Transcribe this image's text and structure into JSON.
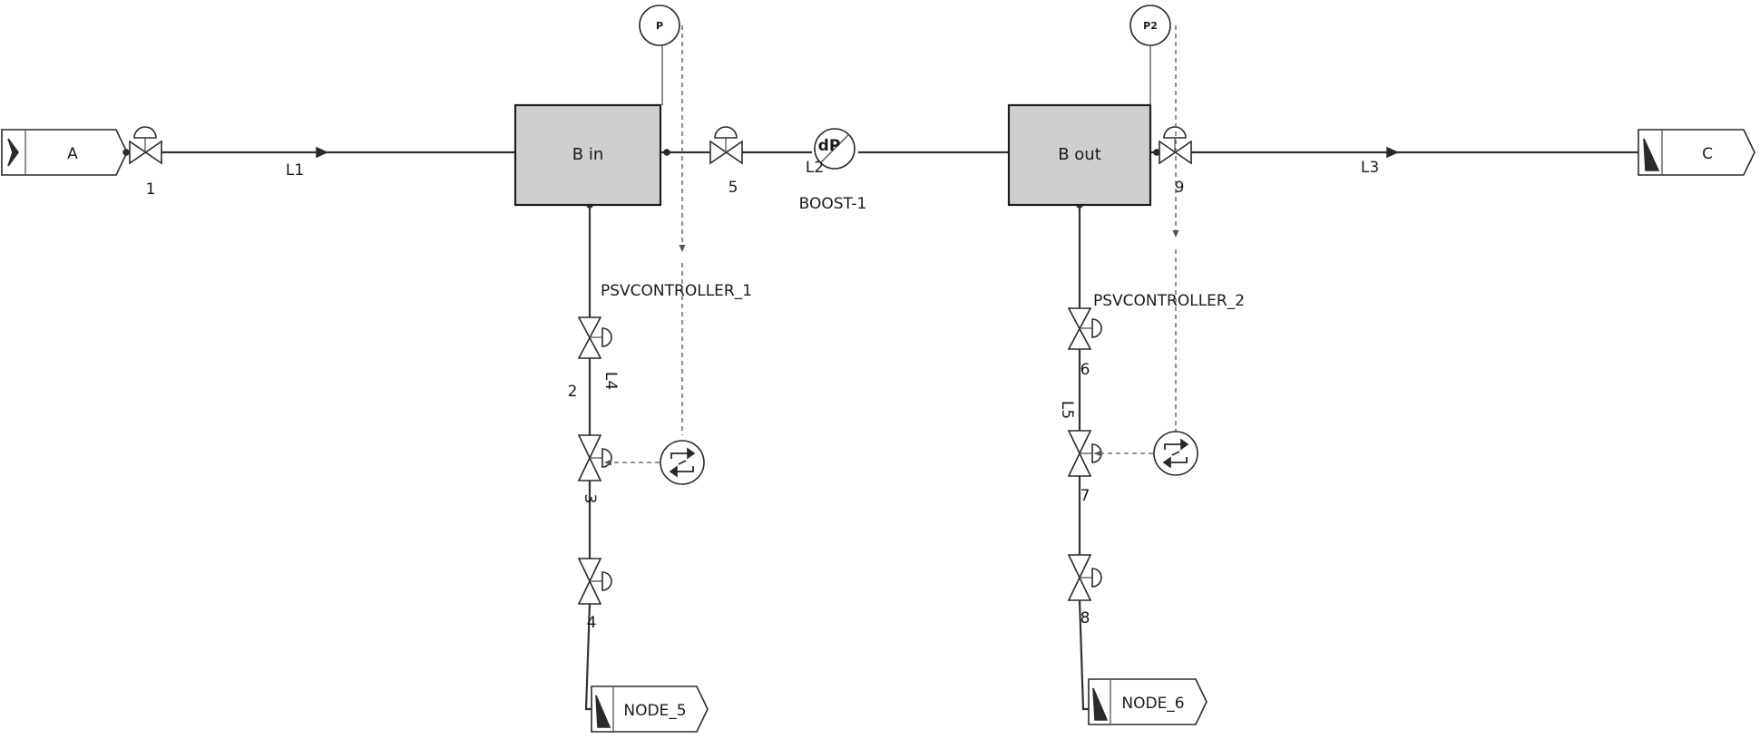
{
  "streams": {
    "feed": "A",
    "product": "C",
    "node5": "NODE_5",
    "node6": "NODE_6"
  },
  "vessels": {
    "inlet": "B in",
    "outlet": "B out"
  },
  "valves": {
    "v1": "1",
    "v2": "2",
    "v3": "3",
    "v4": "4",
    "v5": "5",
    "v6": "6",
    "v7": "7",
    "v8": "8",
    "v9": "9"
  },
  "pipes": {
    "l1": "L1",
    "l2": "L2",
    "l3": "L3",
    "l4": "L4",
    "l5": "L5"
  },
  "instruments": {
    "pressure1": "P",
    "pressure2": "P2",
    "booster_symbol": "dP",
    "booster": "BOOST-1",
    "controller1": "PSVCONTROLLER_1",
    "controller2": "PSVCONTROLLER_2"
  },
  "colors": {
    "vessel_fill": "#cfcfcf",
    "line": "#333333",
    "signal_line": "#555555"
  },
  "icons": {
    "stream_marker": "triangle-marker-icon",
    "valve": "bowtie-valve-icon",
    "controller": "cycle-arrows-icon"
  }
}
